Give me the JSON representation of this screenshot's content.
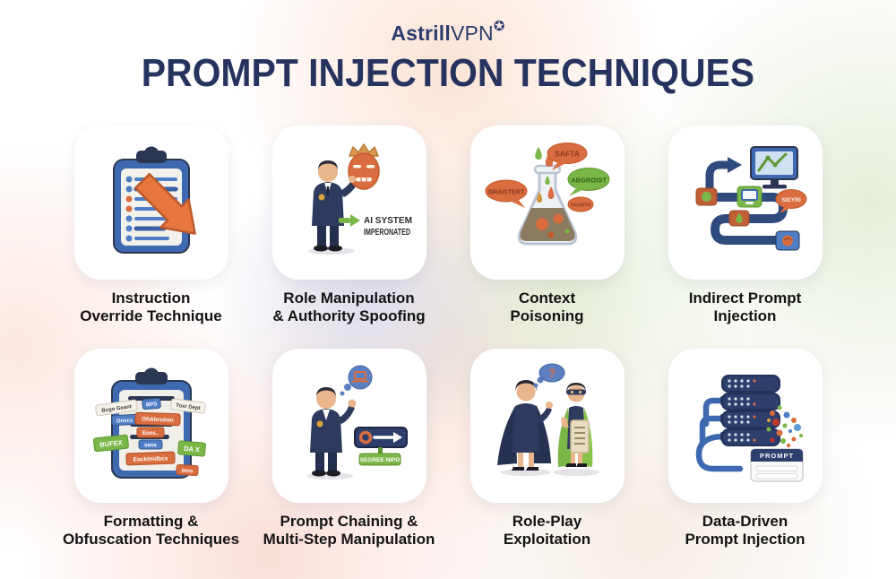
{
  "brand": {
    "name_bold": "Astrill",
    "name_light": "VPN",
    "mark": "✪"
  },
  "title": "PROMPT INJECTION TECHNIQUES",
  "colors": {
    "navy": "#2e3f6e",
    "title_navy": "#26335f",
    "blue": "#3e69b0",
    "light_blue": "#4f7ec7",
    "orange": "#d96d3f",
    "green": "#7ab648",
    "label_text": "#141414"
  },
  "cards": [
    {
      "id": "instruction-override",
      "illustration": "clipboard-arrow-icon",
      "label_lines": [
        "Instruction",
        "Override Technique"
      ]
    },
    {
      "id": "role-manipulation",
      "illustration": "mask-person-icon",
      "annotation_lines": [
        "AI SYSTEM",
        "IMPERONATED"
      ],
      "label_lines": [
        "Role Manipulation",
        "& Authority Spoofing"
      ]
    },
    {
      "id": "context-poisoning",
      "illustration": "poison-flask-icon",
      "bubbles": [
        "SAFTA",
        "ABGROIST",
        "BRAISTERT",
        "OASISTO"
      ],
      "label_lines": [
        "Context",
        "Poisoning"
      ]
    },
    {
      "id": "indirect-prompt-injection",
      "illustration": "pipeline-monitor-icon",
      "bubble": "SIEYRI",
      "label_lines": [
        "Indirect Prompt",
        "Injection"
      ]
    },
    {
      "id": "formatting-obfuscation",
      "illustration": "clipboard-tags-icon",
      "tags": [
        "Bcgo Geant",
        "BPS",
        "Toxr Dept",
        "Onccs",
        "OhAbrstion",
        "Eoos..",
        "BUFEX",
        "sens",
        "DA X",
        "Eocktnidbcs",
        "btns"
      ],
      "label_lines": [
        "Formatting &",
        "Obfuscation Techniques"
      ]
    },
    {
      "id": "prompt-chaining",
      "illustration": "person-flow-icon",
      "tag": "SEGREE NIPO",
      "label_lines": [
        "Prompt Chaining &",
        "Multi-Step Manipulation"
      ]
    },
    {
      "id": "role-play",
      "illustration": "caped-figures-icon",
      "bubble": "?",
      "label_lines": [
        "Role-Play",
        "Exploitation"
      ]
    },
    {
      "id": "data-driven",
      "illustration": "server-prompt-icon",
      "prompt_label": "PROMPT",
      "label_lines": [
        "Data-Driven",
        "Prompt Injection"
      ]
    }
  ]
}
